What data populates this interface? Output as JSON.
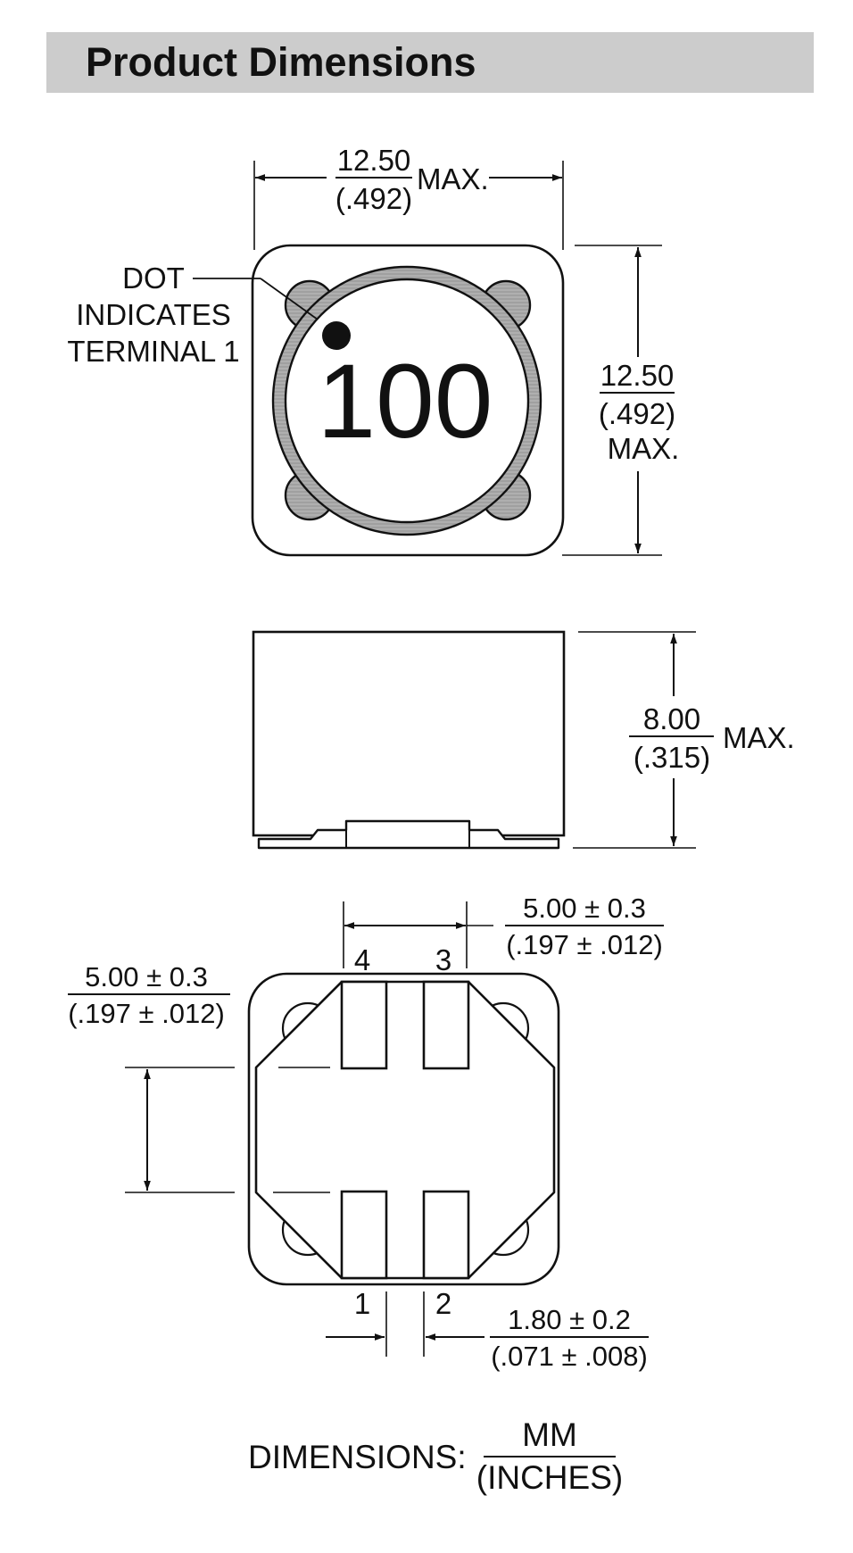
{
  "header": {
    "title": "Product Dimensions"
  },
  "top_view": {
    "marking": "100",
    "dot_callout": [
      "DOT",
      "INDICATES",
      "TERMINAL 1"
    ],
    "width": {
      "mm": "12.50",
      "inches": "(.492)",
      "suffix": "MAX."
    },
    "height": {
      "mm": "12.50",
      "inches": "(.492)",
      "suffix": "MAX."
    }
  },
  "side_view": {
    "height": {
      "mm": "8.00",
      "inches": "(.315)",
      "suffix": "MAX."
    }
  },
  "bottom_view": {
    "pin_labels": {
      "p1": "1",
      "p2": "2",
      "p3": "3",
      "p4": "4"
    },
    "pad_pitch_horizontal": {
      "mm": "5.00 ± 0.3",
      "inches": "(.197 ± .012)"
    },
    "pad_pitch_vertical": {
      "mm": "5.00 ± 0.3",
      "inches": "(.197 ± .012)"
    },
    "pad_width": {
      "mm": "1.80 ± 0.2",
      "inches": "(.071 ± .008)"
    }
  },
  "legend": {
    "label": "DIMENSIONS:",
    "numerator": "MM",
    "denominator": "(INCHES)"
  }
}
